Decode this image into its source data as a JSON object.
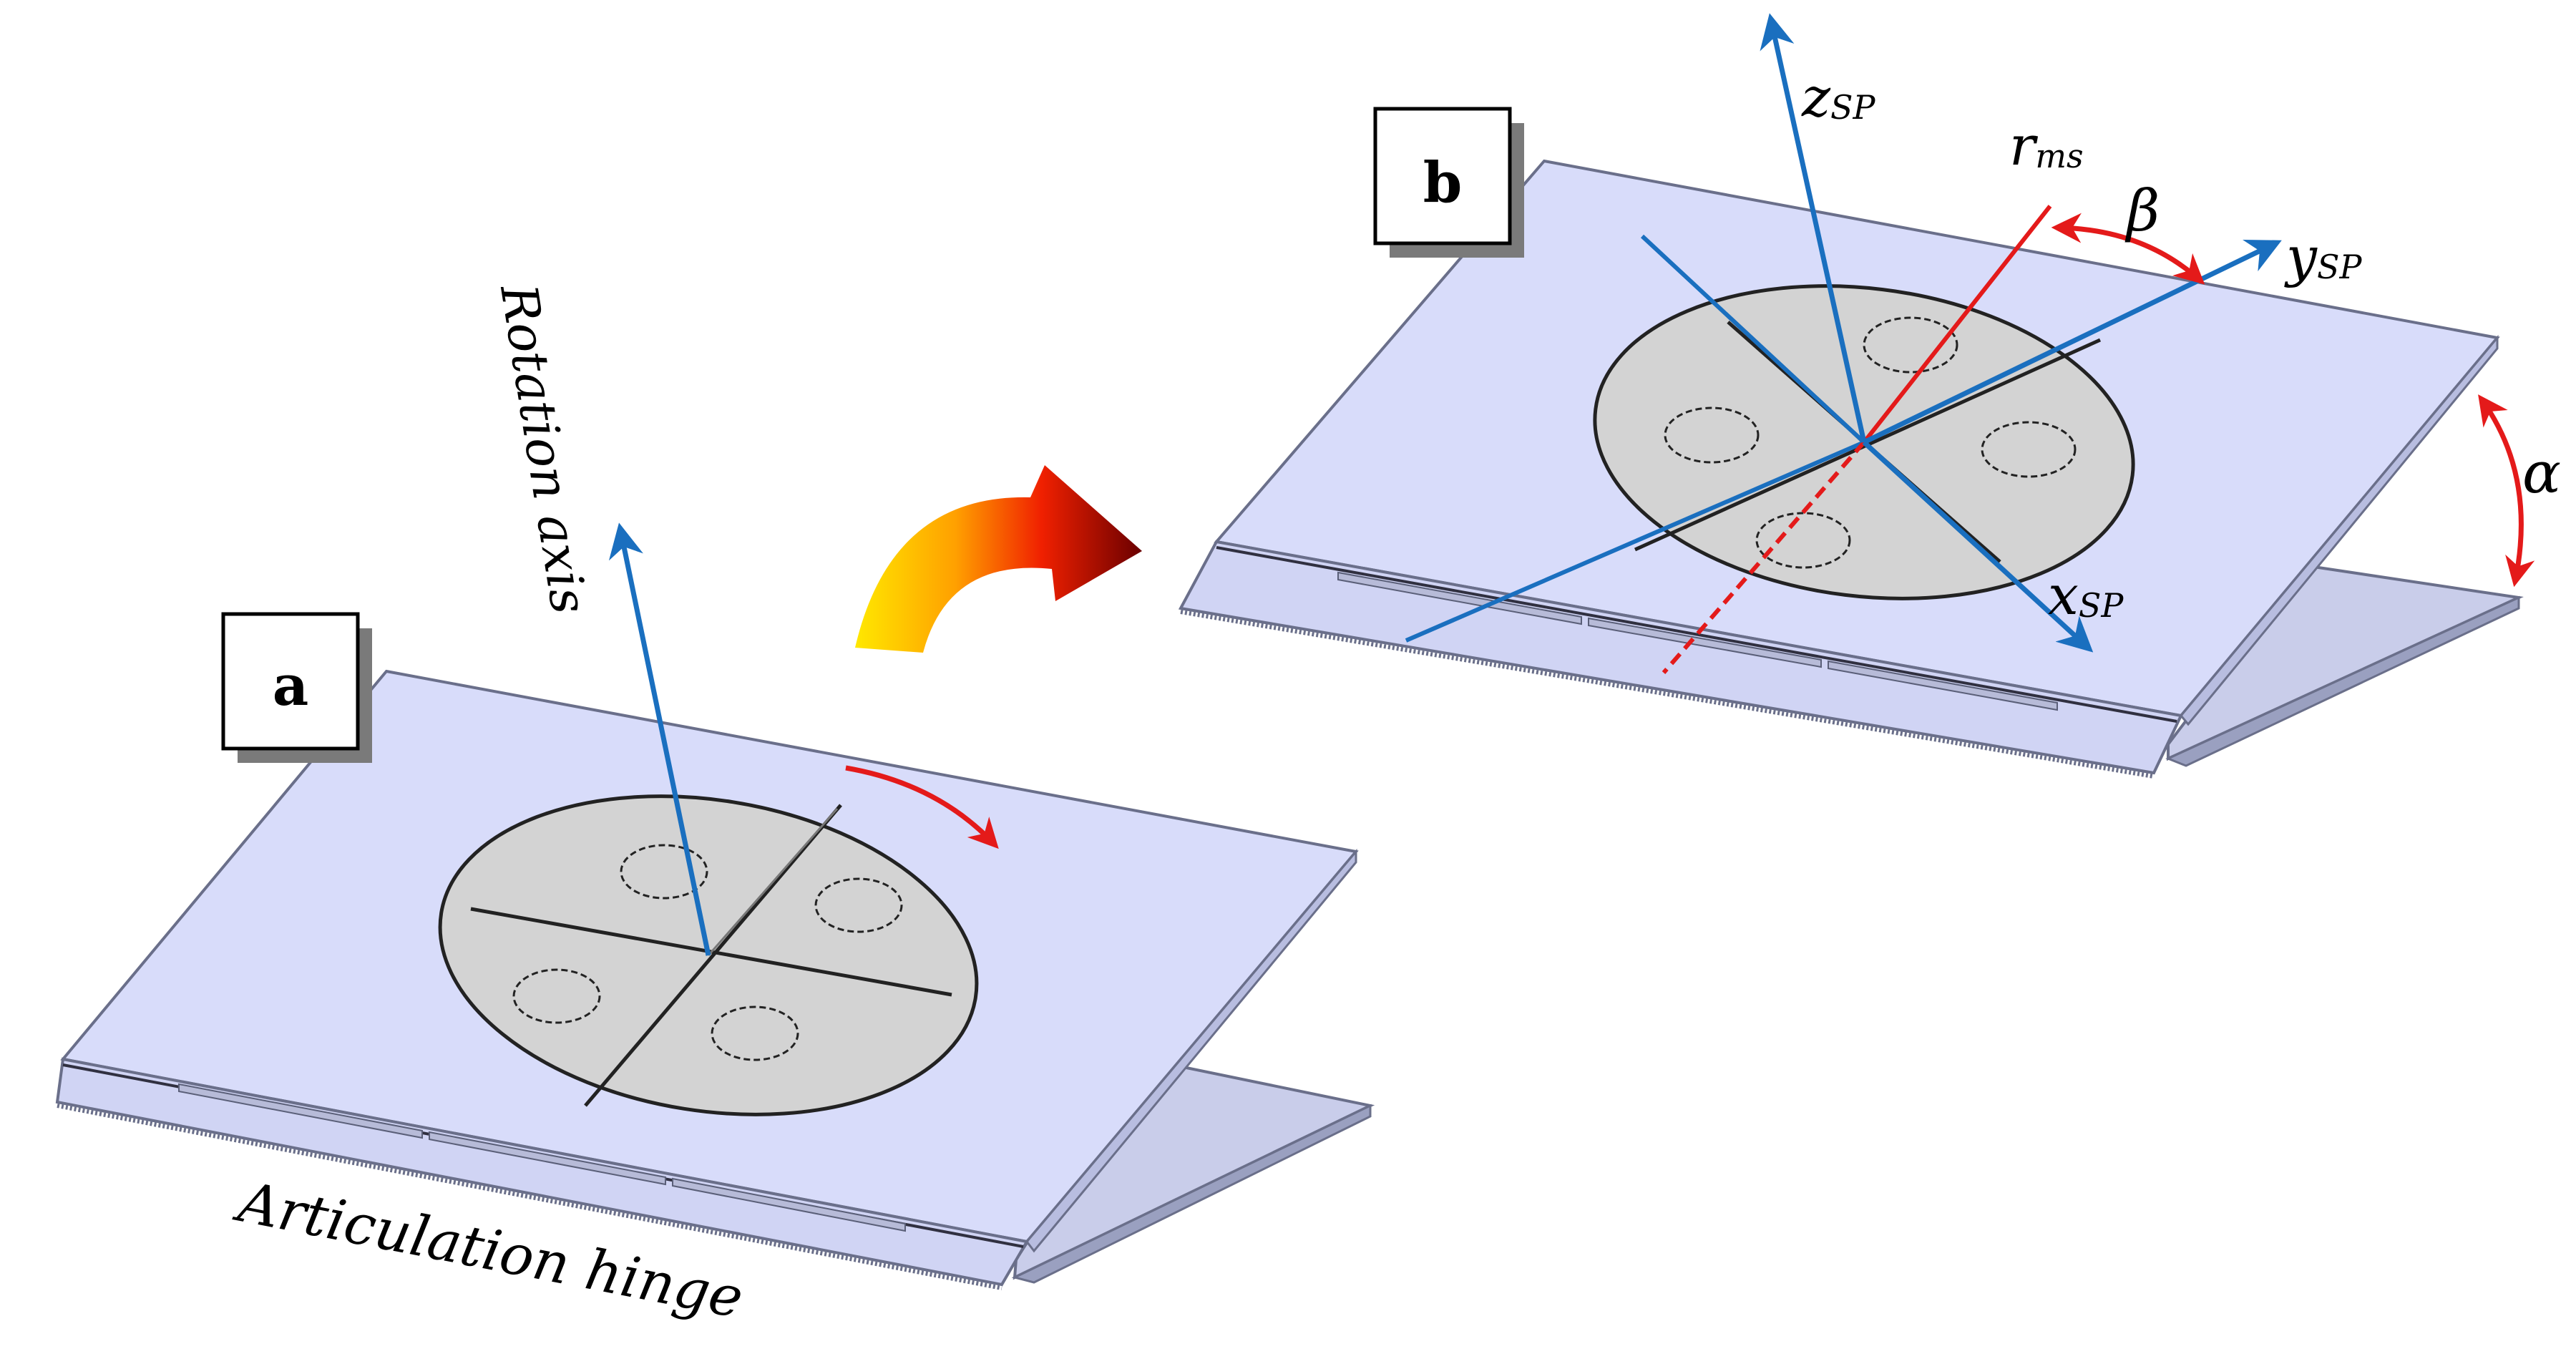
{
  "panel_a": {
    "tag": "a",
    "rotation_axis_label": "Rotation axis",
    "hinge_label": "Articulation hinge"
  },
  "panel_b": {
    "tag": "b",
    "z_label": {
      "main": "z",
      "sub": "SP"
    },
    "y_label": {
      "main": "y",
      "sub": "SP"
    },
    "x_label": {
      "main": "x",
      "sub": "SP"
    },
    "r_label": {
      "main": "r",
      "sub": "ms"
    },
    "beta_label": "β",
    "alpha_label": "α"
  },
  "colors": {
    "plate_face": "#d8dcfa",
    "plate_edge": "#6a6f8a",
    "back_leg": "#c9cdea",
    "disc": "#d3d3d3",
    "axis_blue": "#1a6fbf",
    "angle_red": "#e41a1a",
    "arrow_gradient": [
      "#ffe800",
      "#ff6a00",
      "#e8000a",
      "#6a0000"
    ]
  }
}
